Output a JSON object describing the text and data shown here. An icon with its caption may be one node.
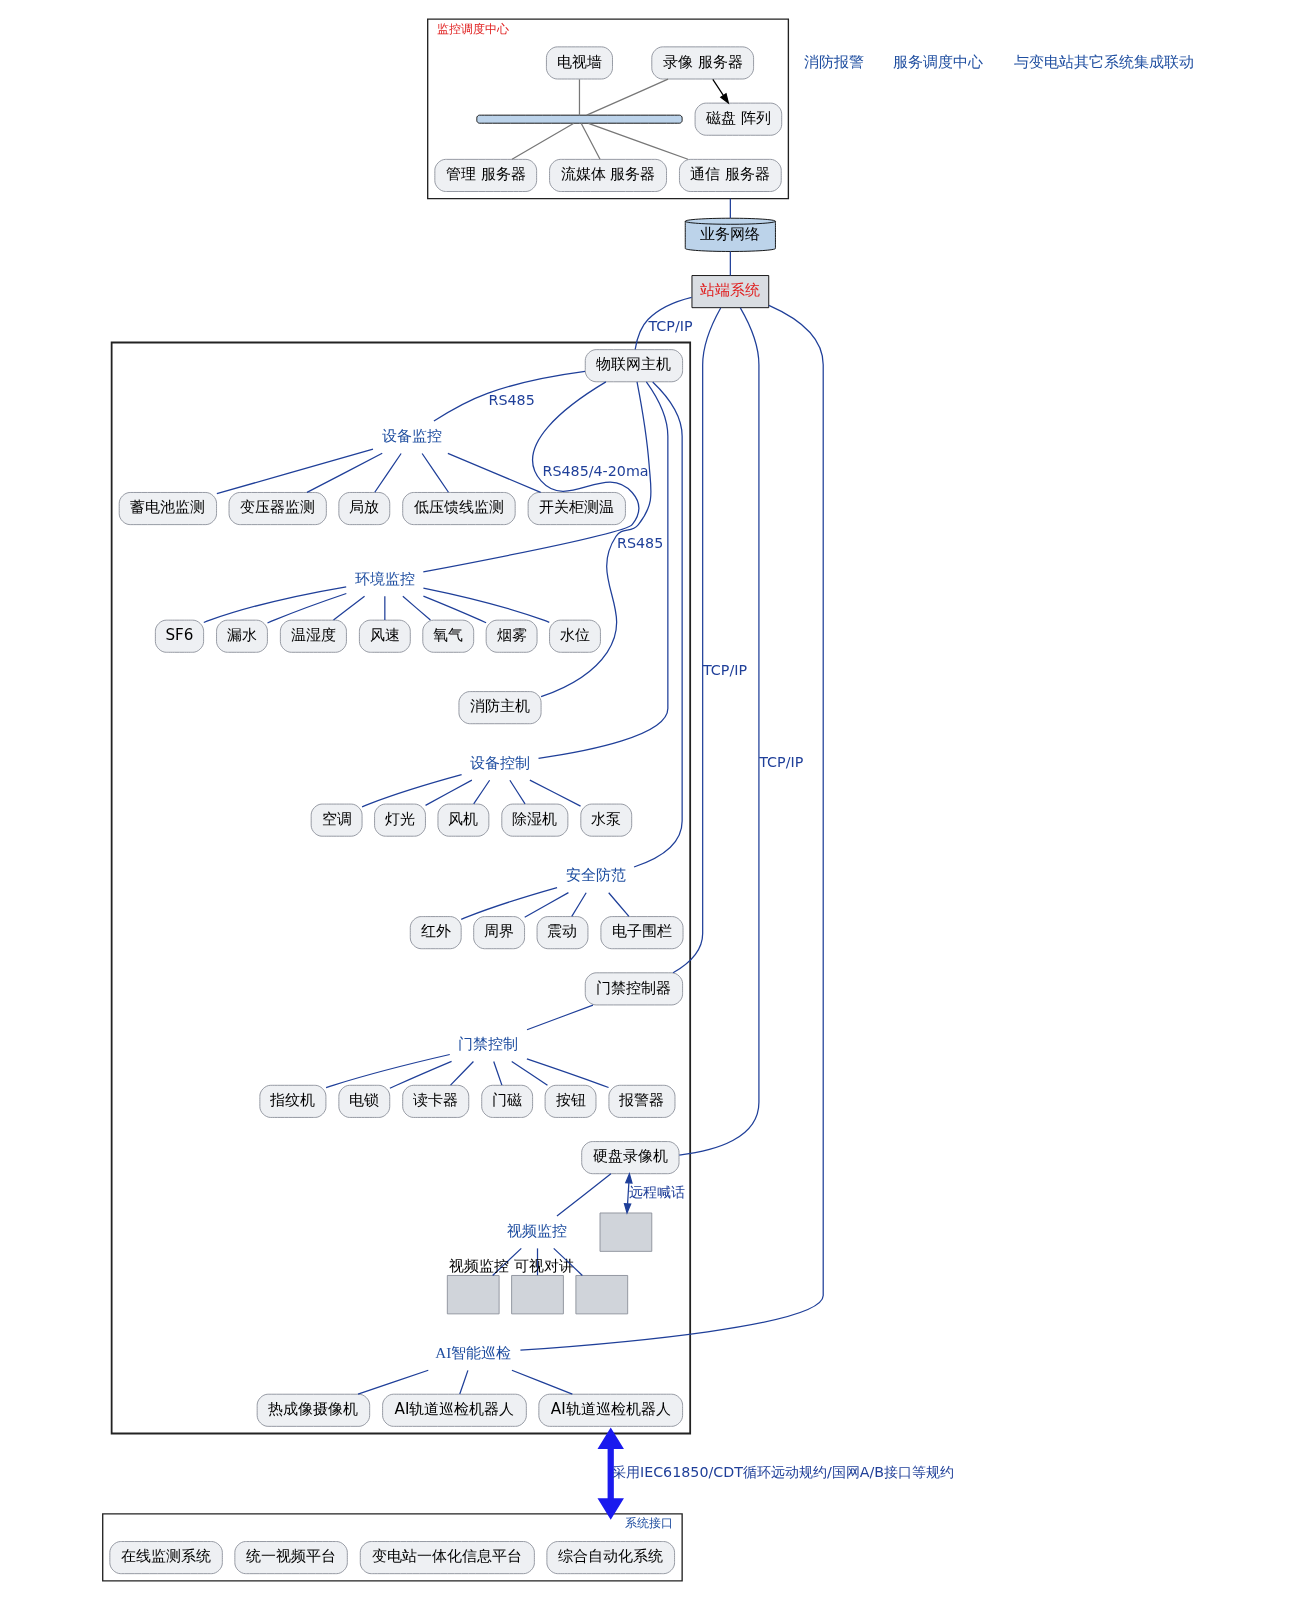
{
  "diagram": {
    "nodes": [
      {
        "text": [
          "监控调度中心"
        ]
      },
      {
        "text": [
          "磁盘 阵列"
        ],
        "in": 0
      },
      {
        "text": [
          "录像 服务器"
        ],
        "in": 0
      },
      {
        "text": [
          "电视墙"
        ],
        "in": 0
      },
      {
        "text": [],
        "shape": "bar",
        "in": 0
      },
      {
        "text": [
          "管理 服务器"
        ],
        "in": 0
      },
      {
        "text": [
          "流媒体 服务器"
        ],
        "in": 0
      },
      {
        "text": [
          "通信 服务器"
        ],
        "in": 0
      },
      {
        "text": [
          "业务网络"
        ]
      },
      {
        "text": [
          "站端系统"
        ]
      },
      {
        "text": [],
        "shape": "box"
      },
      {
        "text": [
          "物联网主机"
        ],
        "in": 10
      },
      {
        "text": [
          "设备监控"
        ],
        "in": 10
      },
      {
        "text": [
          "变压器监测"
        ],
        "in": 10
      },
      {
        "text": [
          "局放"
        ],
        "in": 10
      },
      {
        "text": [
          "低压馈线监测"
        ],
        "in": 10
      },
      {
        "text": [
          "开关柜测温"
        ],
        "in": 10
      },
      {
        "text": [
          "蓄电池监测"
        ],
        "in": 10
      },
      {
        "text": [
          "环境监控"
        ],
        "in": 10
      },
      {
        "text": [
          "氧气"
        ],
        "in": 10
      },
      {
        "text": [
          "烟雾"
        ],
        "in": 10
      },
      {
        "text": [
          "水位"
        ],
        "in": 10
      },
      {
        "text": [
          "SF6"
        ],
        "in": 10
      },
      {
        "text": [
          "漏水"
        ],
        "in": 10
      },
      {
        "text": [
          "温湿度"
        ],
        "in": 10
      },
      {
        "text": [
          "风速"
        ],
        "in": 10
      },
      {
        "text": [
          "消防主机"
        ],
        "in": 10
      },
      {
        "text": [
          "设备控制"
        ],
        "in": 10
      },
      {
        "text": [
          "水泵"
        ],
        "in": 10
      },
      {
        "text": [
          "空调"
        ],
        "in": 10
      },
      {
        "text": [
          "灯光"
        ],
        "in": 10
      },
      {
        "text": [
          "风机"
        ],
        "in": 10
      },
      {
        "text": [
          "除湿机"
        ],
        "in": 10
      },
      {
        "text": [
          "安全防范"
        ],
        "in": 10
      },
      {
        "text": [
          "红外"
        ],
        "in": 10
      },
      {
        "text": [
          "周界"
        ],
        "in": 10
      },
      {
        "text": [
          "震动"
        ],
        "in": 10
      },
      {
        "text": [
          "电子围栏"
        ],
        "in": 10
      },
      {
        "text": [
          "门禁控制器"
        ],
        "in": 10
      },
      {
        "text": [
          "门禁控制"
        ],
        "in": 10
      },
      {
        "text": [
          "指纹机"
        ],
        "in": 10
      },
      {
        "text": [
          "电锁"
        ],
        "in": 10
      },
      {
        "text": [
          "读卡器"
        ],
        "in": 10
      },
      {
        "text": [
          "门磁"
        ],
        "in": 10
      },
      {
        "text": [
          "按钮"
        ],
        "in": 10
      },
      {
        "text": [
          "报警器"
        ],
        "in": 10
      },
      {
        "text": [
          "硬盘录像机"
        ],
        "in": 10
      },
      {
        "text": [],
        "shape": "box",
        "in": 10
      },
      {
        "text": [
          "视频监控"
        ],
        "in": 10
      },
      {
        "text": [],
        "shape": "box",
        "in": 10
      },
      {
        "text": [],
        "shape": "box",
        "in": 10
      },
      {
        "text": [],
        "shape": "box",
        "in": 10,
        "beside": [
          "视频监控 可视对讲"
        ]
      },
      {
        "text": [
          "AI智能巡检"
        ],
        "in": 10
      },
      {
        "text": [
          "热成像摄像机"
        ],
        "in": 10
      },
      {
        "text": [
          "AI轨道巡检机器人"
        ],
        "in": 10
      },
      {
        "text": [
          "AI轨道巡检机器人"
        ],
        "in": 10
      },
      {
        "text": [
          "系统接口"
        ]
      },
      {
        "text": [
          "综合自动化系统"
        ],
        "in": 56
      },
      {
        "text": [
          "变电站一体化信息平台"
        ],
        "in": 56
      },
      {
        "text": [
          "统一视频平台"
        ],
        "in": 56
      },
      {
        "text": [
          "在线监测系统"
        ],
        "in": 56
      }
    ],
    "edges": [
      {
        "from": 2,
        "to": 1,
        "arrow": "to",
        "color": "#000000"
      },
      {
        "from": 2,
        "to": 4,
        "arrow": "none",
        "color": "#777777"
      },
      {
        "from": 3,
        "to": 4,
        "arrow": "none",
        "color": "#777777"
      },
      {
        "from": 4,
        "to": 5,
        "arrow": "none",
        "color": "#777777"
      },
      {
        "from": 4,
        "to": 6,
        "arrow": "none",
        "color": "#777777"
      },
      {
        "from": 4,
        "to": 7,
        "arrow": "none",
        "color": "#777777"
      },
      {
        "from": 0,
        "to": 8,
        "arrow": "none"
      },
      {
        "from": 8,
        "to": 9,
        "arrow": "none"
      },
      {
        "from": 9,
        "to": 11,
        "arrow": "none",
        "label": "TCP/IP"
      },
      {
        "from": 9,
        "to": 38,
        "arrow": "none",
        "label": "TCP/IP"
      },
      {
        "from": 9,
        "to": 46,
        "arrow": "none",
        "label": "TCP/IP"
      },
      {
        "from": 9,
        "to": 52,
        "arrow": "none"
      },
      {
        "from": 11,
        "to": 12,
        "arrow": "none",
        "label": "RS485"
      },
      {
        "from": 12,
        "to": 13,
        "arrow": "none"
      },
      {
        "from": 12,
        "to": 14,
        "arrow": "none"
      },
      {
        "from": 12,
        "to": 15,
        "arrow": "none"
      },
      {
        "from": 12,
        "to": 16,
        "arrow": "none"
      },
      {
        "from": 12,
        "to": 17,
        "arrow": "none"
      },
      {
        "from": 11,
        "to": 18,
        "arrow": "none",
        "label": "RS485/4-20ma"
      },
      {
        "from": 18,
        "to": 19,
        "arrow": "none"
      },
      {
        "from": 18,
        "to": 20,
        "arrow": "none"
      },
      {
        "from": 18,
        "to": 21,
        "arrow": "none"
      },
      {
        "from": 18,
        "to": 22,
        "arrow": "none"
      },
      {
        "from": 18,
        "to": 23,
        "arrow": "none"
      },
      {
        "from": 18,
        "to": 24,
        "arrow": "none"
      },
      {
        "from": 18,
        "to": 25,
        "arrow": "none"
      },
      {
        "from": 11,
        "to": 26,
        "arrow": "none",
        "label": "RS485"
      },
      {
        "from": 11,
        "to": 27,
        "arrow": "none"
      },
      {
        "from": 27,
        "to": 28,
        "arrow": "none"
      },
      {
        "from": 27,
        "to": 29,
        "arrow": "none"
      },
      {
        "from": 27,
        "to": 30,
        "arrow": "none"
      },
      {
        "from": 27,
        "to": 31,
        "arrow": "none"
      },
      {
        "from": 27,
        "to": 32,
        "arrow": "none"
      },
      {
        "from": 11,
        "to": 33,
        "arrow": "none"
      },
      {
        "from": 33,
        "to": 34,
        "arrow": "none"
      },
      {
        "from": 33,
        "to": 35,
        "arrow": "none"
      },
      {
        "from": 33,
        "to": 36,
        "arrow": "none"
      },
      {
        "from": 33,
        "to": 37,
        "arrow": "none"
      },
      {
        "from": 38,
        "to": 39,
        "arrow": "none"
      },
      {
        "from": 39,
        "to": 40,
        "arrow": "none"
      },
      {
        "from": 39,
        "to": 41,
        "arrow": "none"
      },
      {
        "from": 39,
        "to": 42,
        "arrow": "none"
      },
      {
        "from": 39,
        "to": 43,
        "arrow": "none"
      },
      {
        "from": 39,
        "to": 44,
        "arrow": "none"
      },
      {
        "from": 39,
        "to": 45,
        "arrow": "none"
      },
      {
        "from": 46,
        "to": 47,
        "arrow": "both",
        "label": "远程喊话"
      },
      {
        "from": 46,
        "to": 48,
        "arrow": "none"
      },
      {
        "from": 48,
        "to": 49,
        "arrow": "none"
      },
      {
        "from": 48,
        "to": 50,
        "arrow": "none"
      },
      {
        "from": 48,
        "to": 51,
        "arrow": "none"
      },
      {
        "from": 52,
        "to": 53,
        "arrow": "none"
      },
      {
        "from": 52,
        "to": 54,
        "arrow": "none"
      },
      {
        "from": 52,
        "to": 55,
        "arrow": "none"
      },
      {
        "from": 10,
        "to": 56,
        "arrow": "both",
        "style": "thick",
        "color": "#1a1aee",
        "label": "采用IEC61850/CDT循环远动规约/国网A/B接口等规约"
      }
    ],
    "labels": [
      "消防报警",
      "服务调度中心",
      "与变电站其它系统集成联动"
    ]
  }
}
